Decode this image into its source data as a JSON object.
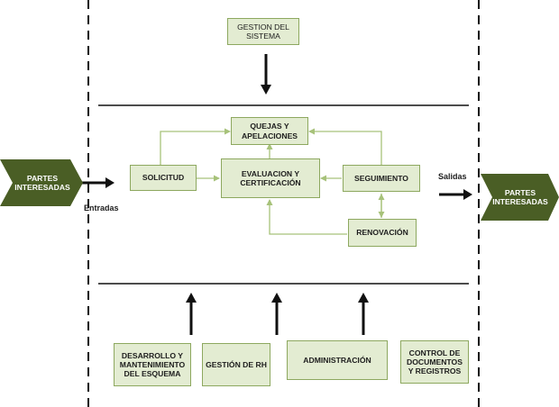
{
  "colors": {
    "box_fill": "#e3ecd2",
    "box_border": "#8da85f",
    "party_fill": "#4a5e25",
    "connector": "#a7c27a",
    "arrow": "#111111"
  },
  "top": {
    "management": "GESTION DEL\nSISTEMA"
  },
  "core": {
    "complaints": "QUEJAS Y\nAPELACIONES",
    "request": "SOLICITUD",
    "evaluation": "EVALUACION Y\nCERTIFICACIÓN",
    "followup": "SEGUIMIENTO",
    "renewal": "RENOVACIÓN"
  },
  "io": {
    "parties_left": "PARTES\nINTERESADAS",
    "parties_right": "PARTES\nINTERESADAS",
    "inputs": "Entradas",
    "outputs": "Salidas"
  },
  "support": {
    "development": "DESARROLLO Y\nMANTENIMIENTO\nDEL ESQUEMA",
    "hr": "GESTIÓN DE RH",
    "administration": "ADMINISTRACIÓN",
    "documents": "CONTROL DE\nDOCUMENTOS\nY REGISTROS"
  }
}
